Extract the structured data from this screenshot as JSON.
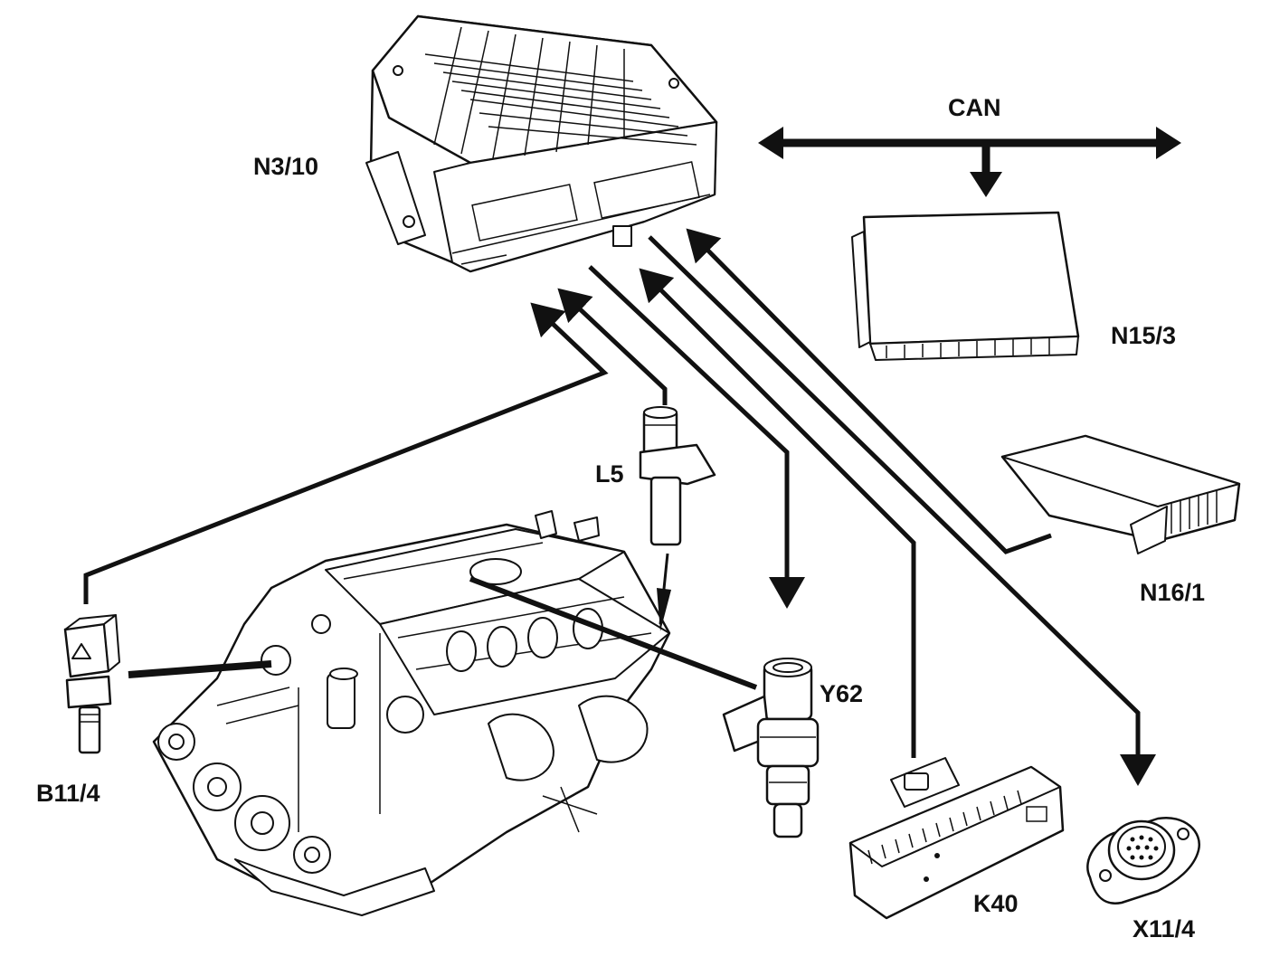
{
  "labels": {
    "control_unit": "N3/10",
    "can_bus": "CAN",
    "n15_3": "N15/3",
    "n16_1": "N16/1",
    "l5": "L5",
    "y62": "Y62",
    "b11_4": "B11/4",
    "k40": "K40",
    "x11_4": "X11/4"
  },
  "icon_names": {
    "ecu": "control-unit-icon",
    "engine": "engine-icon",
    "sensor_l5": "crankshaft-sensor-icon",
    "sensor_b11": "coolant-temp-sensor-icon",
    "injector": "fuel-injector-icon",
    "relay_box": "relay-module-icon",
    "connector": "diagnostic-connector-icon"
  },
  "colors": {
    "line": "#111111",
    "background": "#ffffff"
  }
}
